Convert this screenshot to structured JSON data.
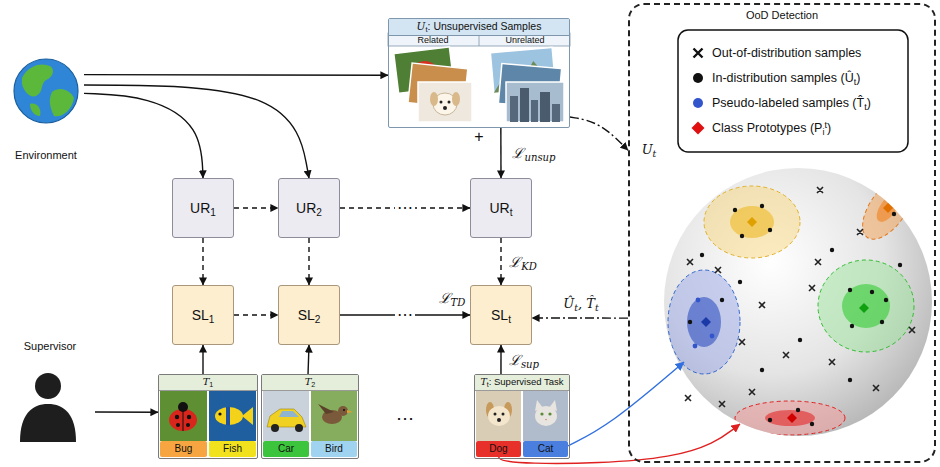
{
  "diagram": {
    "nodes": [
      {
        "text": [
          "Environment"
        ]
      },
      {
        "text": [
          "Ut: Unsupervised Samples"
        ]
      },
      {
        "text": [
          "UR1"
        ]
      },
      {
        "text": [
          "UR2"
        ]
      },
      {
        "text": [
          "URt"
        ]
      },
      {
        "text": [
          "SL1"
        ]
      },
      {
        "text": [
          "SL2"
        ]
      },
      {
        "text": [
          "SLt"
        ]
      },
      {
        "text": [
          "Supervisor"
        ]
      },
      {
        "text": [
          "T1"
        ]
      },
      {
        "text": [
          "Bug"
        ],
        "in": 9
      },
      {
        "text": [
          "Fish"
        ],
        "in": 9
      },
      {
        "text": [
          "T2"
        ]
      },
      {
        "text": [
          "Car"
        ],
        "in": 12
      },
      {
        "text": [
          "Bird"
        ],
        "in": 12
      },
      {
        "text": [
          "Tt: Supervised Task"
        ]
      },
      {
        "text": [
          "Dog"
        ],
        "in": 15
      },
      {
        "text": [
          "Cat"
        ],
        "in": 15
      },
      {
        "text": [
          "OoD Detection"
        ]
      }
    ],
    "edges": [
      {
        "from": 0,
        "to": 1,
        "arrow": "to"
      },
      {
        "from": 0,
        "to": 2,
        "arrow": "to"
      },
      {
        "from": 0,
        "to": 3,
        "arrow": "to"
      },
      {
        "from": 1,
        "to": 4,
        "arrow": "to",
        "label": "ℒunsup"
      },
      {
        "from": 2,
        "to": 3,
        "arrow": "to"
      },
      {
        "from": 3,
        "to": 4,
        "arrow": "to",
        "label": "⋯"
      },
      {
        "from": 2,
        "to": 5,
        "arrow": "to"
      },
      {
        "from": 3,
        "to": 6,
        "arrow": "to"
      },
      {
        "from": 4,
        "to": 7,
        "arrow": "to",
        "label": "ℒKD"
      },
      {
        "from": 5,
        "to": 6,
        "arrow": "to"
      },
      {
        "from": 6,
        "to": 7,
        "arrow": "to",
        "label": "ℒTD"
      },
      {
        "from": 9,
        "to": 5,
        "arrow": "to"
      },
      {
        "from": 12,
        "to": 6,
        "arrow": "to"
      },
      {
        "from": 15,
        "to": 7,
        "arrow": "to",
        "label": "ℒsup"
      },
      {
        "from": 8,
        "to": 9,
        "arrow": "to"
      },
      {
        "from": 1,
        "to": 18,
        "arrow": "to",
        "label": "Ut"
      },
      {
        "from": 18,
        "to": 7,
        "arrow": "to",
        "label": "Ût, T̂t"
      },
      {
        "from": 17,
        "to": 18,
        "arrow": "to"
      },
      {
        "from": 16,
        "to": 18,
        "arrow": "to"
      }
    ],
    "labels": [
      "Related",
      "Unrelated",
      "+",
      "⋯",
      "⋯"
    ],
    "legend": [
      {
        "text": "Out-of-distribution samples"
      },
      {
        "text": "In-distribution samples (Ût)",
        "color": "#111111"
      },
      {
        "text": "Pseudo-labeled samples (T̂t)",
        "color": "#3355cc"
      },
      {
        "text": "Class Prototypes (Pit)",
        "color": "#e01010"
      }
    ]
  }
}
